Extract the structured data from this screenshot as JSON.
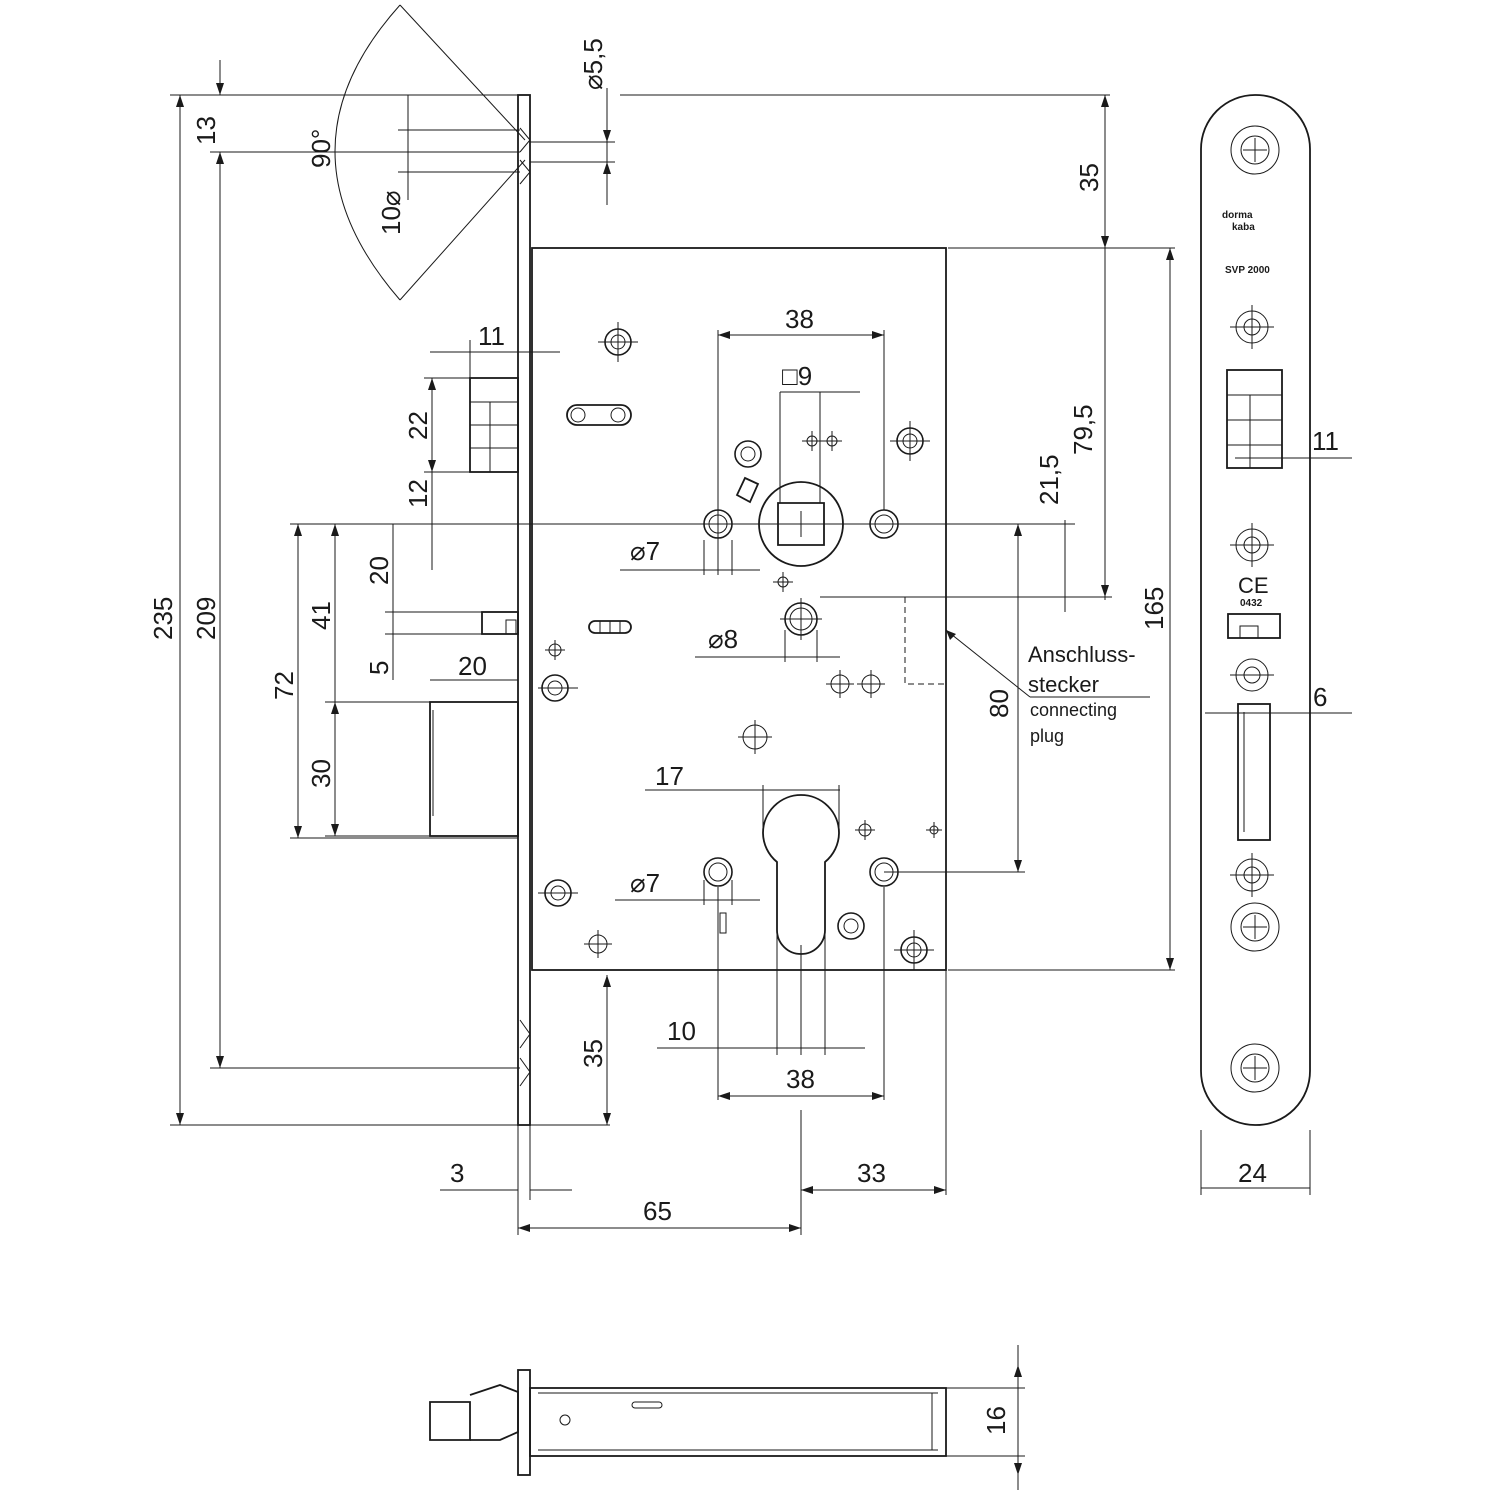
{
  "dimensions": {
    "d55": "⌀5,5",
    "d13": "13",
    "d90deg": "90°",
    "d10": "10⌀",
    "d235": "235",
    "d209": "209",
    "d11_top": "11",
    "d22": "22",
    "d12": "12",
    "d20_v": "20",
    "d41": "41",
    "d72": "72",
    "d5": "5",
    "d20_h": "20",
    "d30": "30",
    "d38_top": "38",
    "d9": "□9",
    "d7_top": "⌀7",
    "d8": "⌀8",
    "d17": "17",
    "d7_bottom": "⌀7",
    "d35_top": "35",
    "d79_5": "79,5",
    "d21_5": "21,5",
    "d165": "165",
    "d80": "80",
    "d35_bottom": "35",
    "d10_h": "10",
    "d38_bottom": "38",
    "d3": "3",
    "d65": "65",
    "d33": "33",
    "d11_face": "11",
    "d6": "6",
    "d24": "24",
    "d16": "16"
  },
  "labels": {
    "plug_de_1": "Anschluss-",
    "plug_de_2": "stecker",
    "plug_en_1": "connecting",
    "plug_en_2": "plug"
  },
  "faceplate": {
    "brand_1": "dorma",
    "brand_2": "kaba",
    "model": "SVP 2000",
    "ce": "CE",
    "ce_number": "0432"
  }
}
